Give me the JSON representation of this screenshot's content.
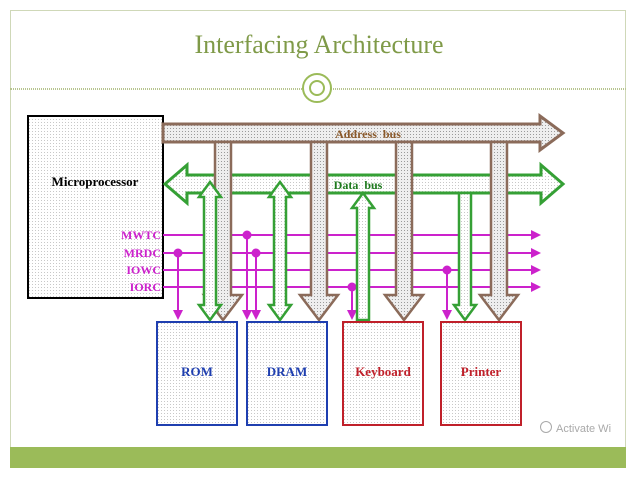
{
  "slide": {
    "title": "Interfacing Architecture"
  },
  "diagram": {
    "cpu_label": "Microprocessor",
    "address_bus_label": "Address  bus",
    "data_bus_label": "Data  bus",
    "control_lines": [
      "MWTC",
      "MRDC",
      "IOWC",
      "IORC"
    ],
    "modules": [
      {
        "label": "ROM",
        "color": "#1f3fb0"
      },
      {
        "label": "DRAM",
        "color": "#1f3fb0"
      },
      {
        "label": "Keyboard",
        "color": "#c0202a"
      },
      {
        "label": "Printer",
        "color": "#c0202a"
      }
    ]
  },
  "colors": {
    "address_bus": "#8b6b5a",
    "data_bus": "#35a035",
    "control": "#cc22cc",
    "accent": "#9bbb59",
    "title": "#7f9a48"
  },
  "watermark": {
    "text": "Activate Wi"
  }
}
